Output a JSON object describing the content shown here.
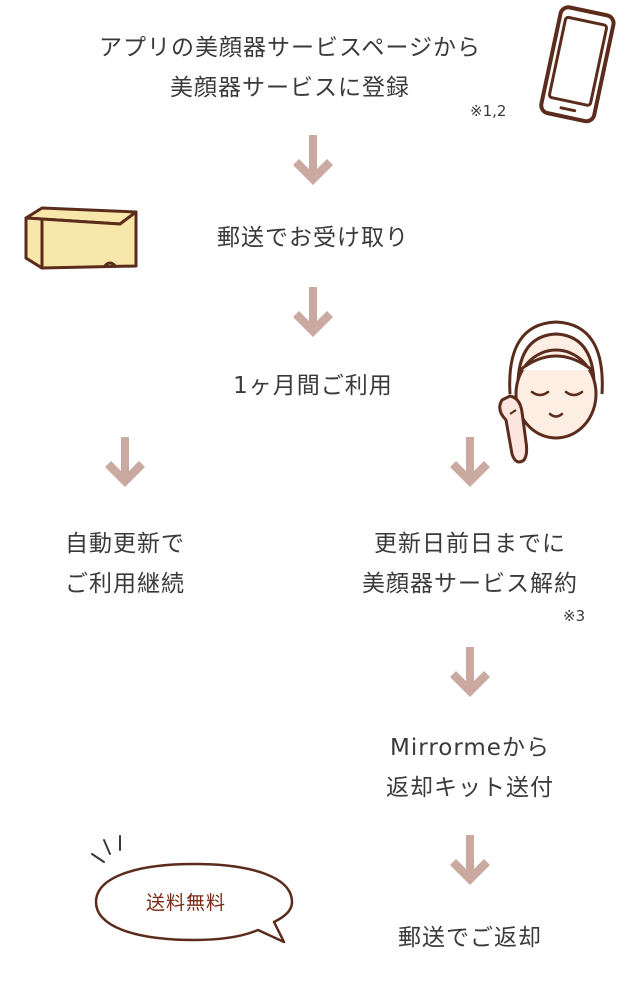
{
  "steps": {
    "register": {
      "line1": "アプリの美顔器サービスページから",
      "line2": "美顔器サービスに登録",
      "note": "※1,2"
    },
    "receive": {
      "label": "郵送でお受け取り"
    },
    "use": {
      "label": "1ヶ月間ご利用"
    },
    "auto_renew": {
      "line1": "自動更新で",
      "line2": "ご利用継続"
    },
    "cancel": {
      "line1": "更新日前日までに",
      "line2": "美顔器サービス解約",
      "note": "※3"
    },
    "return_kit": {
      "line1": "Mirrormeから",
      "line2": "返却キット送付"
    },
    "return_mail": {
      "label": "郵送でご返却"
    }
  },
  "bubble": {
    "label": "送料無料"
  },
  "colors": {
    "arrow": "#c9a9a0",
    "text": "#3a3a3a",
    "outline": "#5b2c1c",
    "phone": "#ffffff",
    "box": "#f8e7ab",
    "skin": "#fdeee4",
    "bubble_text": "#7a2a12"
  },
  "icons": [
    "smartphone-icon",
    "package-box-icon",
    "face-care-icon",
    "speech-bubble-icon"
  ]
}
